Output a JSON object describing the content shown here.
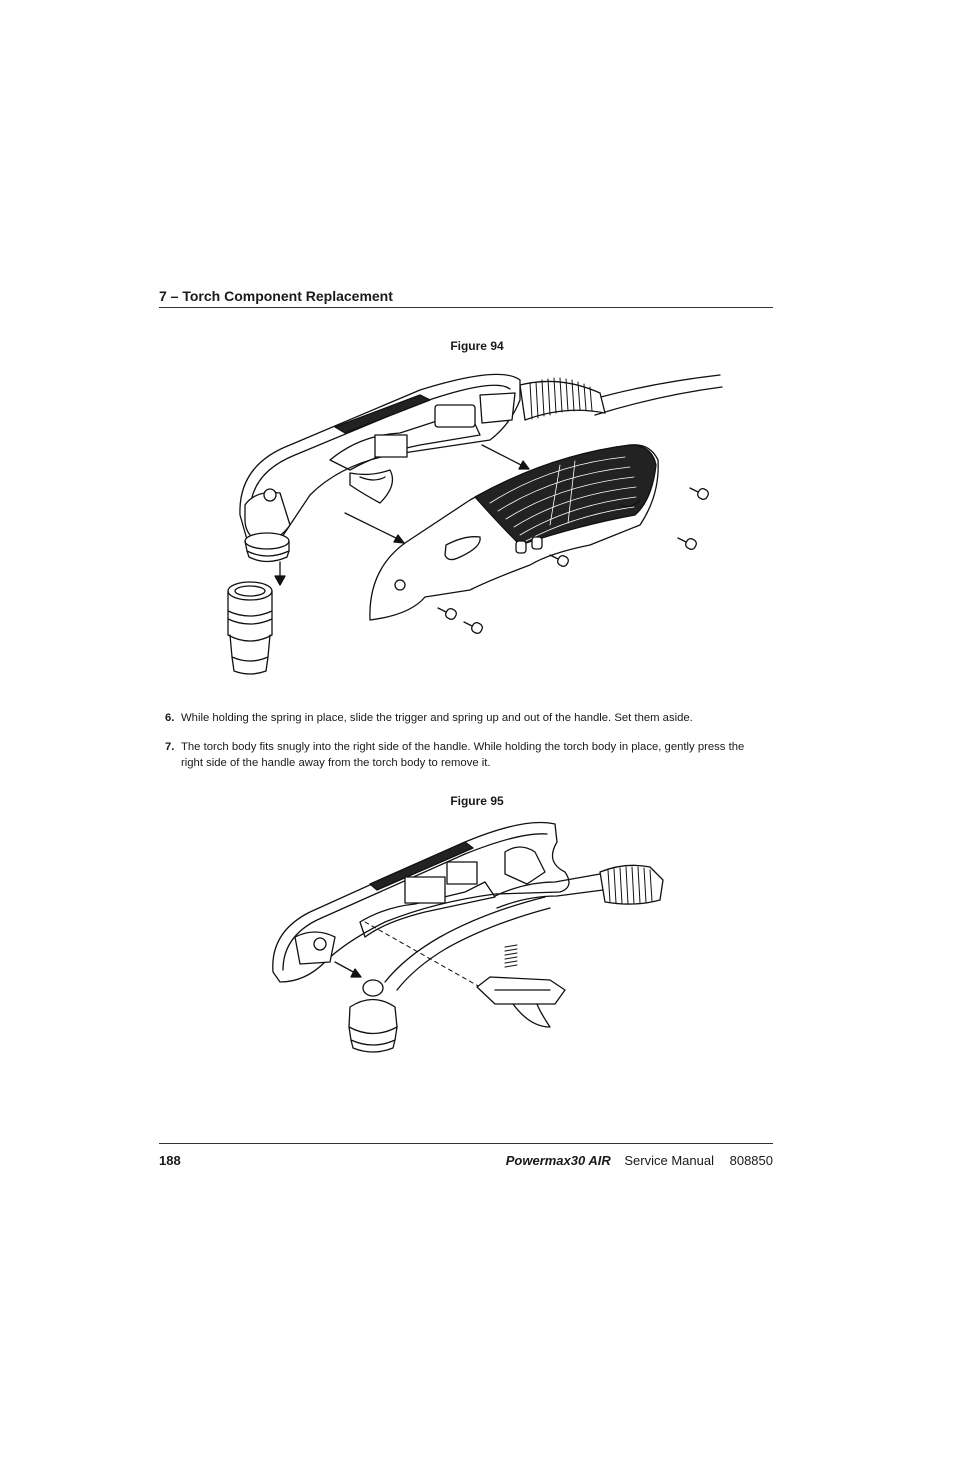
{
  "header": {
    "chapter_title": "7 – Torch Component Replacement"
  },
  "figures": [
    {
      "caption": "Figure 94"
    },
    {
      "caption": "Figure 95"
    }
  ],
  "steps": [
    {
      "number": "6.",
      "text": "While holding the spring in place, slide the trigger and spring up and out of the handle. Set them aside."
    },
    {
      "number": "7.",
      "text": "The torch body fits snugly into the right side of the handle. While holding the torch body in place, gently press the right side of the handle away from the torch body to remove it."
    }
  ],
  "footer": {
    "page_number": "188",
    "product": "Powermax30 AIR",
    "manual": "Service Manual",
    "part_number": "808850"
  }
}
